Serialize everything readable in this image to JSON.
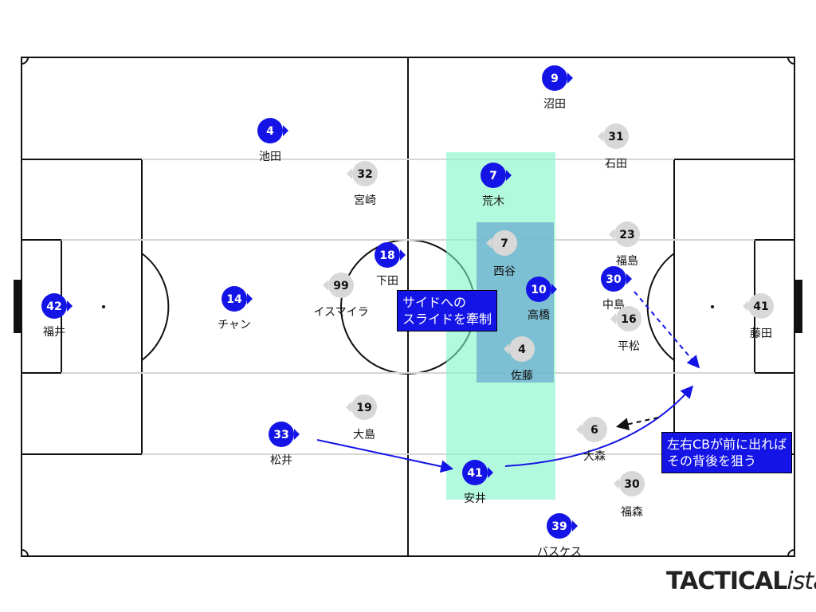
{
  "colors": {
    "home": "#1414e6",
    "away": "#d8d8d8",
    "zone_outer": "#7ff5c8",
    "zone_inner": "#6fb0d0",
    "arrow": "#1414e6",
    "pitch_line": "#111111"
  },
  "players": [
    {
      "team": "home",
      "number": "9",
      "name": "沼田",
      "dir": "right"
    },
    {
      "team": "home",
      "number": "4",
      "name": "池田",
      "dir": "right"
    },
    {
      "team": "home",
      "number": "7",
      "name": "荒木",
      "dir": "right"
    },
    {
      "team": "home",
      "number": "18",
      "name": "下田",
      "dir": "right"
    },
    {
      "team": "home",
      "number": "10",
      "name": "高橋",
      "dir": "right"
    },
    {
      "team": "home",
      "number": "30",
      "name": "中島",
      "dir": "right"
    },
    {
      "team": "home",
      "number": "42",
      "name": "福井",
      "dir": "right"
    },
    {
      "team": "home",
      "number": "14",
      "name": "チャン",
      "dir": "right"
    },
    {
      "team": "home",
      "number": "33",
      "name": "松井",
      "dir": "right"
    },
    {
      "team": "home",
      "number": "41",
      "name": "安井",
      "dir": "right"
    },
    {
      "team": "home",
      "number": "39",
      "name": "バスケス",
      "dir": "right"
    },
    {
      "team": "away",
      "number": "31",
      "name": "石田",
      "dir": "left"
    },
    {
      "team": "away",
      "number": "32",
      "name": "宮崎",
      "dir": "left"
    },
    {
      "team": "away",
      "number": "7",
      "name": "西谷",
      "dir": "left"
    },
    {
      "team": "away",
      "number": "23",
      "name": "福島",
      "dir": "left"
    },
    {
      "team": "away",
      "number": "99",
      "name": "イスマイラ",
      "dir": "left"
    },
    {
      "team": "away",
      "number": "41",
      "name": "藤田",
      "dir": "left"
    },
    {
      "team": "away",
      "number": "16",
      "name": "平松",
      "dir": "left"
    },
    {
      "team": "away",
      "number": "4",
      "name": "佐藤",
      "dir": "left"
    },
    {
      "team": "away",
      "number": "19",
      "name": "大島",
      "dir": "left"
    },
    {
      "team": "away",
      "number": "6",
      "name": "大森",
      "dir": "left"
    },
    {
      "team": "away",
      "number": "30",
      "name": "福森",
      "dir": "left"
    }
  ],
  "annotations": {
    "slide_note": "サイドへの\nスライドを牽制",
    "cb_note": "左右CBが前に出れば\nその背後を狙う"
  },
  "brand": {
    "bold": "TACTICAL",
    "italic": "ista"
  }
}
